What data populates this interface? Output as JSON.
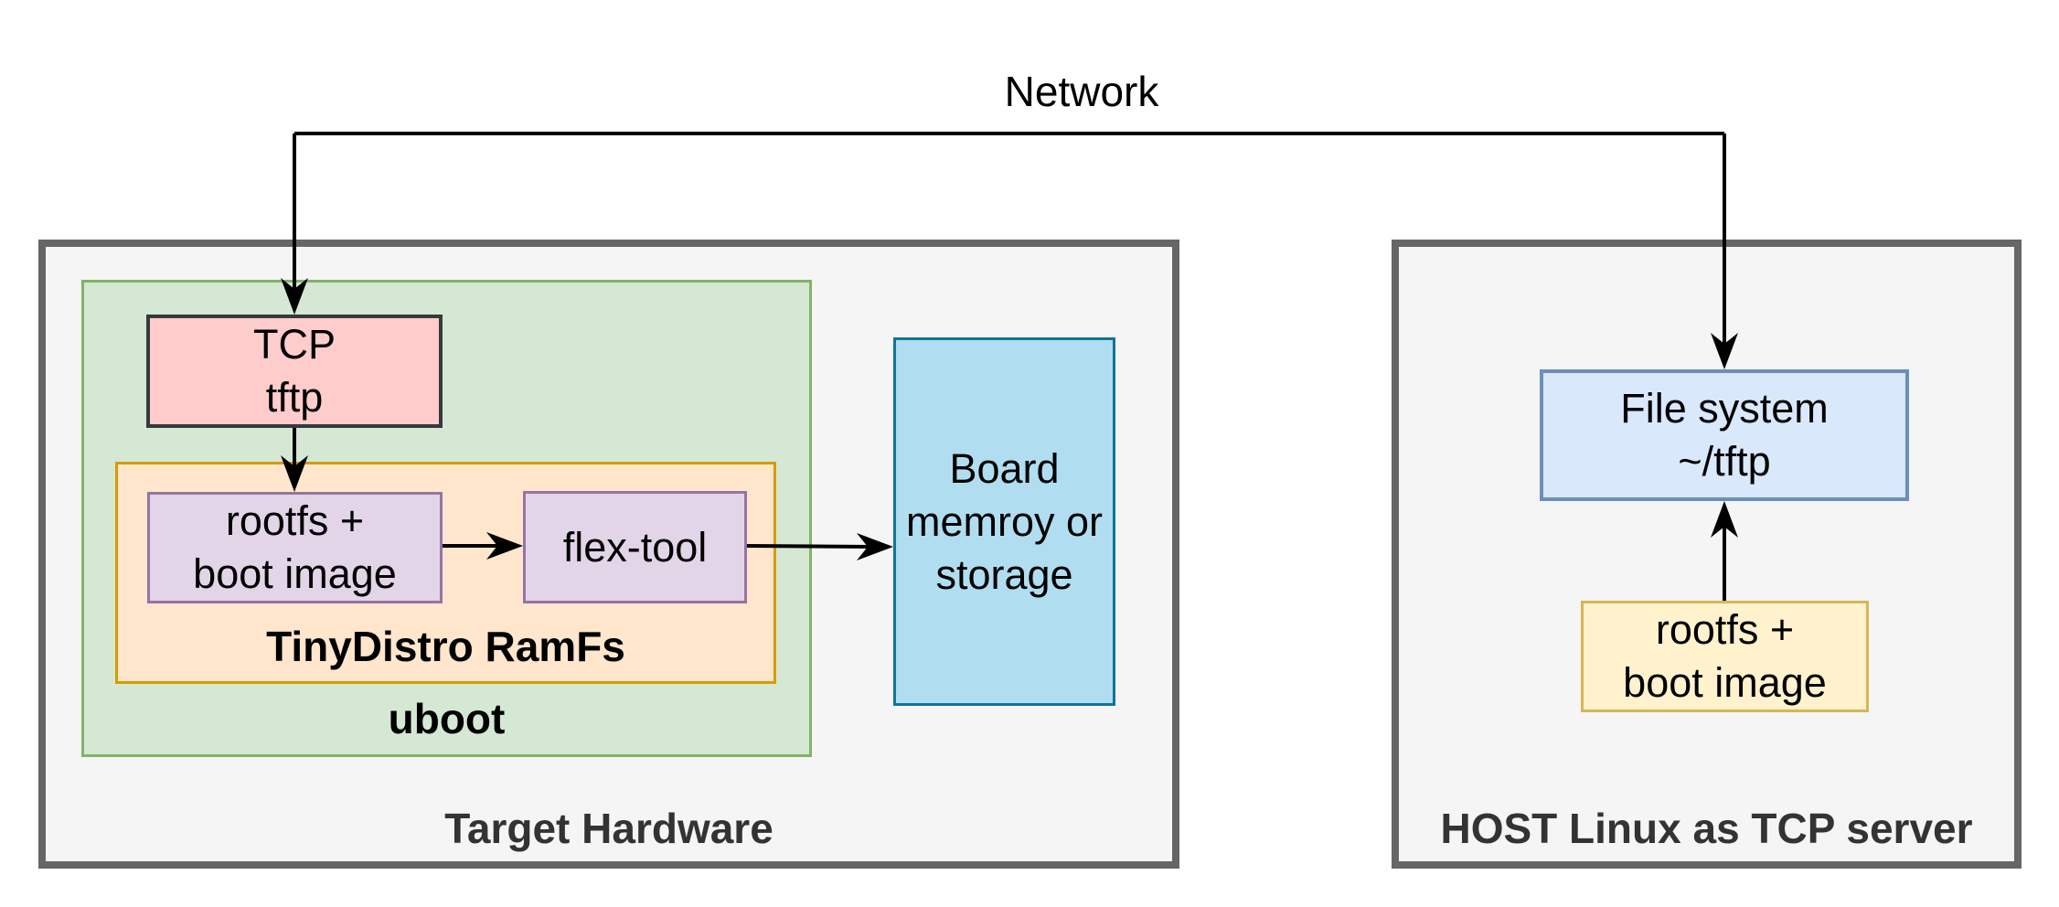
{
  "diagram": {
    "network": {
      "label": "Network"
    },
    "containers": {
      "target_hardware": {
        "label": "Target Hardware"
      },
      "host": {
        "label": "HOST Linux as TCP server"
      },
      "uboot": {
        "label": "uboot"
      },
      "ramfs": {
        "label": "TinyDistro RamFs"
      }
    },
    "nodes": {
      "tcp": {
        "lines": [
          "TCP",
          "tftp"
        ]
      },
      "rootfs_target": {
        "lines": [
          "rootfs +",
          "boot image"
        ]
      },
      "flex_tool": {
        "lines": [
          "flex-tool"
        ]
      },
      "board": {
        "lines": [
          "Board",
          "memroy or",
          "storage"
        ]
      },
      "filesystem": {
        "lines": [
          "File system",
          "~/tftp"
        ]
      },
      "rootfs_host": {
        "lines": [
          "rootfs +",
          "boot image"
        ]
      }
    },
    "edges": [
      {
        "from": "tcp",
        "to": "filesystem",
        "label": "Network",
        "bidirectional": true
      },
      {
        "from": "tcp",
        "to": "rootfs_target"
      },
      {
        "from": "rootfs_target",
        "to": "flex_tool"
      },
      {
        "from": "flex_tool",
        "to": "board"
      },
      {
        "from": "rootfs_host",
        "to": "filesystem"
      }
    ],
    "colors": {
      "container_fill": "#f5f5f5",
      "container_stroke": "#666666",
      "uboot_fill": "#d5e8d4",
      "uboot_stroke": "#82b366",
      "ramfs_fill": "#ffe6cc",
      "ramfs_stroke": "#d79b00",
      "tcp_fill": "#ffcccc",
      "tcp_stroke": "#36393d",
      "purple_fill": "#e1d5e7",
      "purple_stroke": "#9673a6",
      "board_fill": "#b1ddf0",
      "board_stroke": "#10739e",
      "filesystem_fill": "#dae8fc",
      "filesystem_stroke": "#6c8ebf",
      "host_rootfs_fill": "#fff2cc",
      "host_rootfs_stroke": "#d6b656"
    }
  }
}
